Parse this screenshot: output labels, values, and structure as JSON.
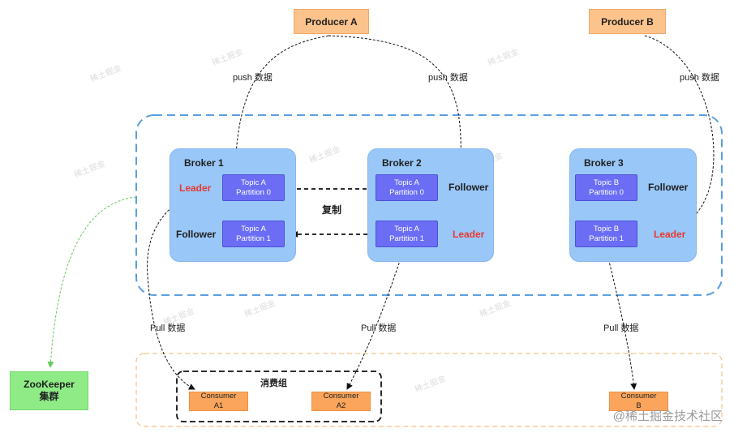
{
  "producers": [
    {
      "label": "Producer A"
    },
    {
      "label": "Producer B"
    }
  ],
  "brokers": [
    {
      "title": "Broker 1"
    },
    {
      "title": "Broker 2"
    },
    {
      "title": "Broker 3"
    }
  ],
  "partitions": [
    {
      "line1": "Topic A",
      "line2": "Partition 0"
    },
    {
      "line1": "Topic A",
      "line2": "Partition 1"
    },
    {
      "line1": "Topic A",
      "line2": "Partition 0"
    },
    {
      "line1": "Topic A",
      "line2": "Partition 1"
    },
    {
      "line1": "Topic B",
      "line2": "Partition 0"
    },
    {
      "line1": "Topic B",
      "line2": "Partition 1"
    }
  ],
  "roles": {
    "leader": "Leader",
    "follower": "Follower"
  },
  "labels": {
    "push": "push 数据",
    "pull": "Pull 数据",
    "replicate": "复制",
    "consumer_group": "消费组"
  },
  "consumers": [
    {
      "line1": "Consumer",
      "line2": "A1"
    },
    {
      "line1": "Consumer",
      "line2": "A2"
    },
    {
      "line1": "Consumer",
      "line2": "B"
    }
  ],
  "zookeeper": {
    "line1": "ZooKeeper",
    "line2": "集群"
  },
  "watermark": "稀土掘金",
  "credit": "@稀土掘金技术社区",
  "colors": {
    "producer": "#fcc38c",
    "broker": "#99c7f8",
    "partition": "#6b6ef5",
    "consumer": "#fba55c",
    "zookeeper": "#8eeb86",
    "leader_text": "#e8382f",
    "cluster_border": "#5a9fe0",
    "consumer_area_border": "#f7c08a",
    "zk_line": "#7ed37a"
  }
}
